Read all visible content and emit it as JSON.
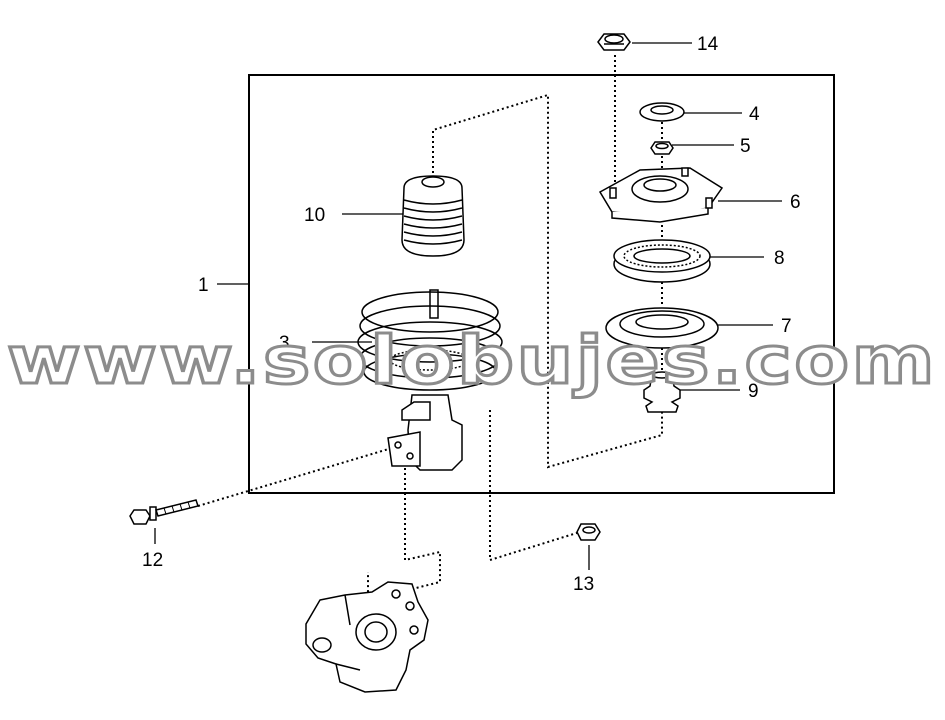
{
  "diagram": {
    "callouts": {
      "c1": "1",
      "c3": "3",
      "c4": "4",
      "c5": "5",
      "c6": "6",
      "c7": "7",
      "c8": "8",
      "c9": "9",
      "c10": "10",
      "c12": "12",
      "c13": "13",
      "c14": "14"
    }
  },
  "watermark": {
    "text": "www.solobujes.com"
  }
}
